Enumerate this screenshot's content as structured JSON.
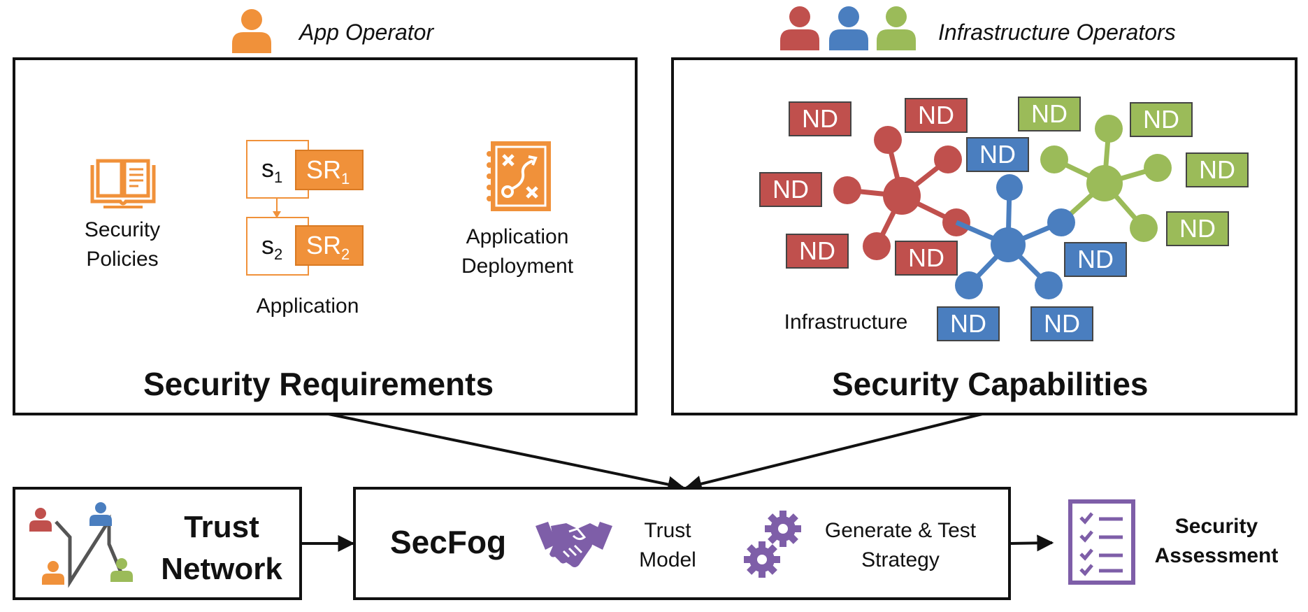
{
  "top_left": {
    "role": "App Operator",
    "title": "Security Requirements",
    "policies_line1": "Security",
    "policies_line2": "Policies",
    "s1": "s",
    "s1_sub": "1",
    "s2": "s",
    "s2_sub": "2",
    "sr1": "SR",
    "sr1_sub": "1",
    "sr2": "SR",
    "sr2_sub": "2",
    "application_label": "Application",
    "deployment_line1": "Application",
    "deployment_line2": "Deployment"
  },
  "top_right": {
    "role": "Infrastructure Operators",
    "title": "Security Capabilities",
    "infrastructure_label": "Infrastructure",
    "node_label": "ND"
  },
  "bottom": {
    "trust_line1": "Trust",
    "trust_line2": "Network",
    "secfog": "SecFog",
    "trust_model_line1": "Trust",
    "trust_model_line2": "Model",
    "strategy_line1": "Generate & Test",
    "strategy_line2": "Strategy",
    "assessment_line1": "Security",
    "assessment_line2": "Assessment"
  },
  "colors": {
    "orange": "#f0913a",
    "red": "#c0504d",
    "blue": "#4a7ebf",
    "green": "#9bbb59",
    "purple": "#7e5ea8"
  },
  "icons": [
    "person-icon",
    "book-icon",
    "deployment-plan-icon",
    "handshake-icon",
    "gears-icon",
    "checklist-icon"
  ]
}
